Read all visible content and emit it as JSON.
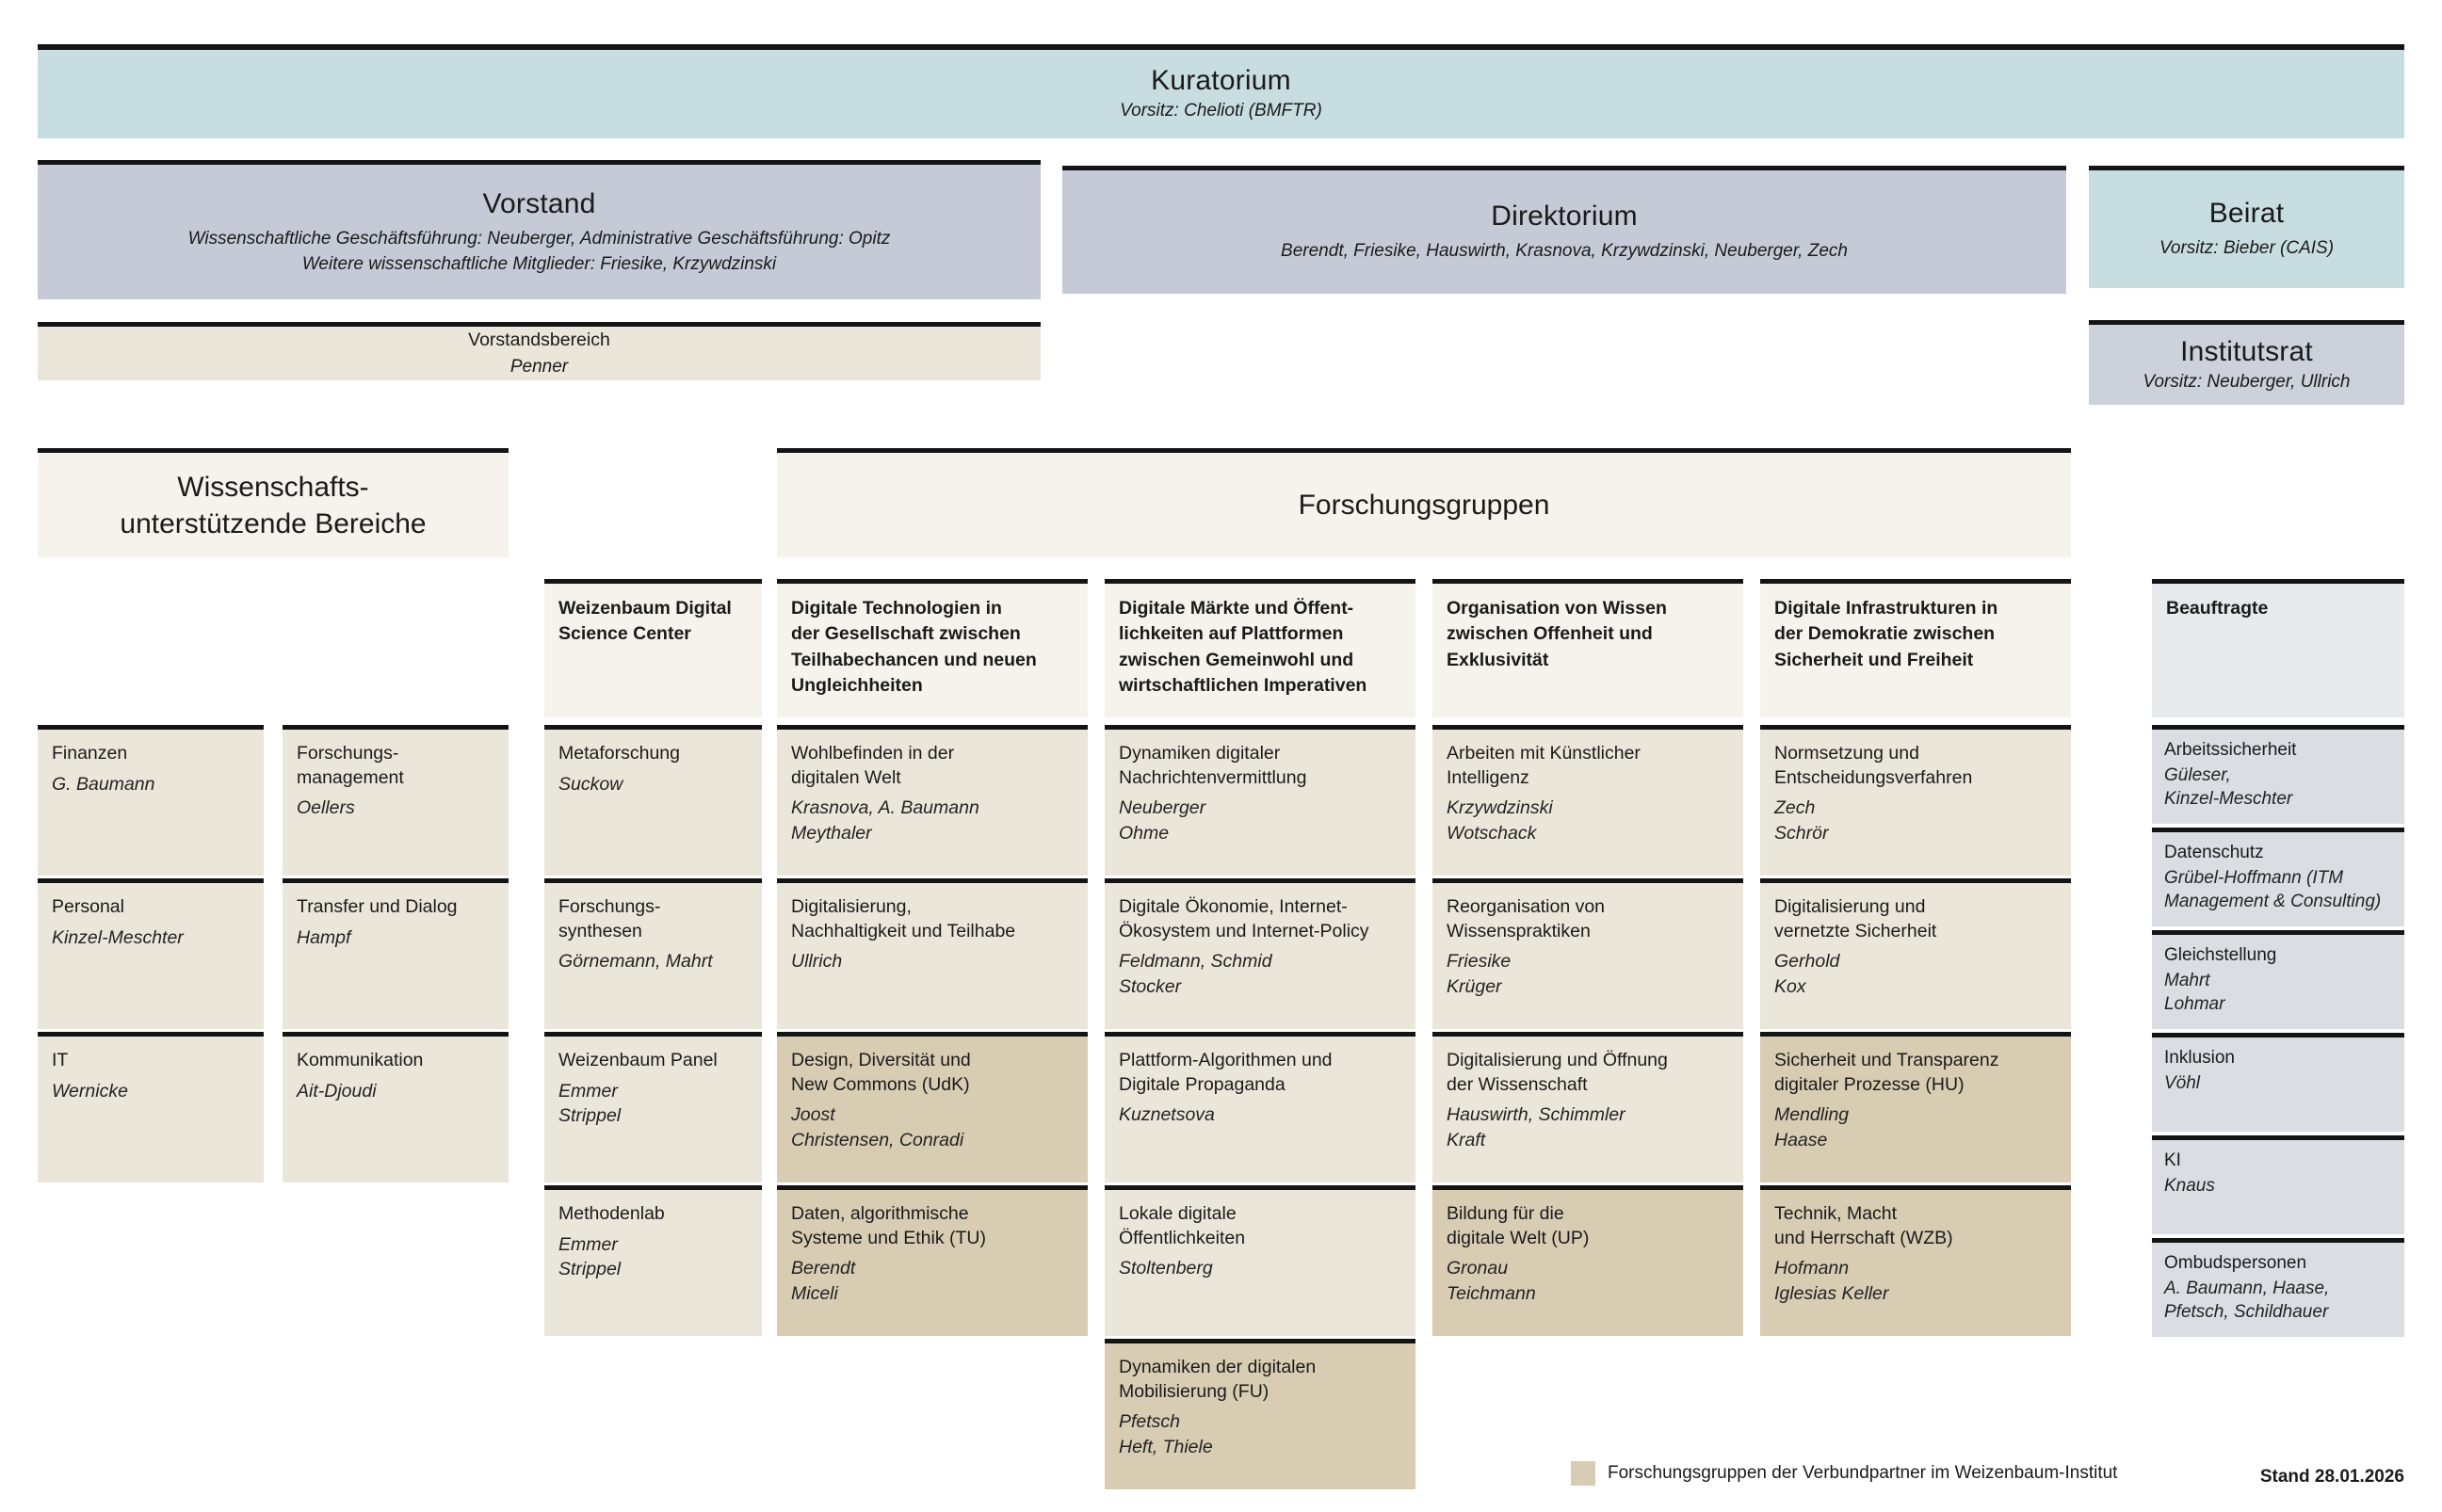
{
  "governance": {
    "kuratorium": {
      "title": "Kuratorium",
      "subtitle": "Vorsitz: Chelioti (BMFTR)"
    },
    "vorstand": {
      "title": "Vorstand",
      "line1": "Wissenschaftliche Geschäftsführung: Neuberger, Administrative Geschäftsführung: Opitz",
      "line2": "Weitere wissenschaftliche Mitglieder: Friesike, Krzywdzinski"
    },
    "direktorium": {
      "title": "Direktorium",
      "subtitle": "Berendt, Friesike, Hauswirth, Krasnova, Krzywdzinski, Neuberger, Zech"
    },
    "beirat": {
      "title": "Beirat",
      "subtitle": "Vorsitz: Bieber (CAIS)"
    },
    "vorstandsbereich": {
      "title": "Vorstandsbereich",
      "subtitle": "Penner"
    },
    "institutsrat": {
      "title": "Institutsrat",
      "subtitle": "Vorsitz: Neuberger, Ullrich"
    }
  },
  "section_headers": {
    "support": "Wissenschafts-\nunterstützende Bereiche",
    "research": "Forschungsgruppen"
  },
  "support_columns": {
    "col_a": [
      {
        "title": "Finanzen",
        "names": "G. Baumann"
      },
      {
        "title": "Personal",
        "names": "Kinzel-Meschter"
      },
      {
        "title": "IT",
        "names": "Wernicke"
      }
    ],
    "col_b": [
      {
        "title": "Forschungs-\nmanagement",
        "names": "Oellers"
      },
      {
        "title": "Transfer und Dialog",
        "names": "Hampf"
      },
      {
        "title": "Kommunikation",
        "names": "Ait-Djoudi"
      }
    ]
  },
  "wdsc": {
    "header": "Weizenbaum Digital\nScience Center",
    "items": [
      {
        "title": "Metaforschung",
        "names": "Suckow"
      },
      {
        "title": "Forschungs-\nsynthesen",
        "names": "Görnemann, Mahrt"
      },
      {
        "title": "Weizenbaum Panel",
        "names": "Emmer\nStrippel"
      },
      {
        "title": "Methodenlab",
        "names": "Emmer\nStrippel"
      }
    ]
  },
  "research_columns": [
    {
      "header": "Digitale Technologien in\nder Gesellschaft zwischen\nTeilhabechancen und neuen\nUngleichheiten",
      "items": [
        {
          "title": "Wohlbefinden in der\ndigitalen Welt",
          "names": "Krasnova, A. Baumann\nMeythaler",
          "partner": false
        },
        {
          "title": "Digitalisierung,\nNachhaltigkeit und Teilhabe",
          "names": "Ullrich",
          "partner": false
        },
        {
          "title": "Design, Diversität und\nNew Commons (UdK)",
          "names": "Joost\nChristensen, Conradi",
          "partner": true
        },
        {
          "title": "Daten, algorithmische\nSysteme und Ethik (TU)",
          "names": "Berendt\nMiceli",
          "partner": true
        }
      ]
    },
    {
      "header": "Digitale Märkte und Öffent-\nlichkeiten auf Plattformen\nzwischen Gemeinwohl und\nwirtschaftlichen Imperativen",
      "items": [
        {
          "title": "Dynamiken digitaler\nNachrichtenvermittlung",
          "names": "Neuberger\nOhme",
          "partner": false
        },
        {
          "title": "Digitale Ökonomie, Internet-\nÖkosystem und Internet-Policy",
          "names": "Feldmann, Schmid\nStocker",
          "partner": false
        },
        {
          "title": "Plattform-Algorithmen und\nDigitale Propaganda",
          "names": "Kuznetsova",
          "partner": false
        },
        {
          "title": "Lokale digitale\nÖffentlichkeiten",
          "names": "Stoltenberg",
          "partner": false
        },
        {
          "title": "Dynamiken der digitalen\nMobilisierung (FU)",
          "names": "Pfetsch\nHeft, Thiele",
          "partner": true
        }
      ]
    },
    {
      "header": "Organisation von Wissen\nzwischen Offenheit und\nExklusivität",
      "items": [
        {
          "title": "Arbeiten mit Künstlicher\nIntelligenz",
          "names": "Krzywdzinski\nWotschack",
          "partner": false
        },
        {
          "title": "Reorganisation von\nWissenspraktiken",
          "names": "Friesike\nKrüger",
          "partner": false
        },
        {
          "title": "Digitalisierung und Öffnung\nder Wissenschaft",
          "names": "Hauswirth, Schimmler\nKraft",
          "partner": false
        },
        {
          "title": "Bildung für die\ndigitale Welt (UP)",
          "names": "Gronau\nTeichmann",
          "partner": true
        }
      ]
    },
    {
      "header": "Digitale Infrastrukturen in\nder Demokratie zwischen\nSicherheit und Freiheit",
      "items": [
        {
          "title": "Normsetzung und\nEntscheidungsverfahren",
          "names": "Zech\nSchrör",
          "partner": false
        },
        {
          "title": "Digitalisierung und\nvernetzte Sicherheit",
          "names": "Gerhold\nKox",
          "partner": false
        },
        {
          "title": "Sicherheit und Transparenz\ndigitaler Prozesse (HU)",
          "names": "Mendling\nHaase",
          "partner": true
        },
        {
          "title": "Technik, Macht\nund Herrschaft (WZB)",
          "names": "Hofmann\nIglesias Keller",
          "partner": true
        }
      ]
    }
  ],
  "beauftragte": {
    "header": "Beauftragte",
    "items": [
      {
        "title": "Arbeitssicherheit",
        "names": "Güleser,\nKinzel-Meschter"
      },
      {
        "title": "Datenschutz",
        "names": "Grübel-Hoffmann (ITM\nManagement & Consulting)"
      },
      {
        "title": "Gleichstellung",
        "names": "Mahrt\nLohmar"
      },
      {
        "title": "Inklusion",
        "names": "Vöhl"
      },
      {
        "title": "KI",
        "names": "Knaus"
      },
      {
        "title": "Ombudspersonen",
        "names": "A. Baumann, Haase,\nPfetsch, Schildhauer"
      }
    ]
  },
  "legend": {
    "label": "Forschungsgruppen der Verbundpartner im Weizenbaum-Institut",
    "swatch_color": "#d8ccb3"
  },
  "footer": {
    "date_label": "Stand 28.01.2026"
  },
  "colors": {
    "teal": "#c8dde0",
    "blue_gray": "#c5cad6",
    "beige": "#ebe6da",
    "off_white": "#f6f3ed",
    "partner_tan": "#d8ccb3",
    "gray": "#dbdde3"
  }
}
